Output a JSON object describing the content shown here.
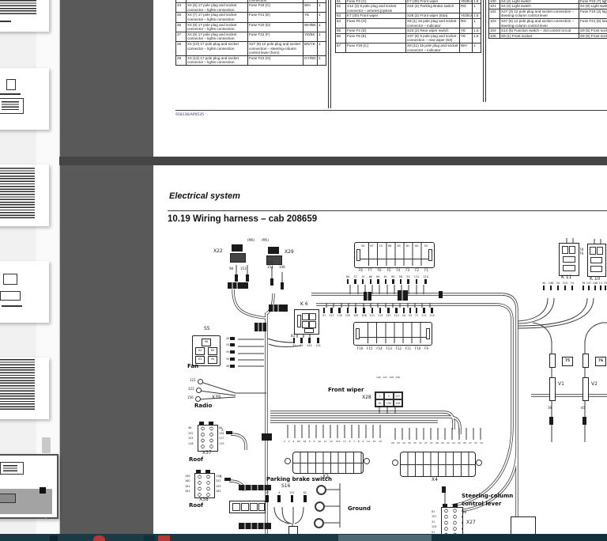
{
  "colors": {
    "viewer_bg": "#595959",
    "page_gap": "#454545",
    "sidebar_bg": "#f1f1f1",
    "taskbar": "#1c3a46",
    "taskbar_red": "#b43a32",
    "taskbar_panel": "#4d6a74"
  },
  "sidebar": {
    "down_arrow": "˅",
    "thumbnails": [
      {
        "type": "table"
      },
      {
        "type": "diagram"
      },
      {
        "type": "table"
      },
      {
        "type": "diagram"
      },
      {
        "type": "table"
      },
      {
        "type": "diagram-selected"
      }
    ]
  },
  "page1": {
    "figure_code": "918136/AP0535",
    "table_a": {
      "rows": [
        {
          "n": "",
          "from": "connector – lights connection",
          "to": "connector – engine/valve connection",
          "color": "VT",
          "qty": ""
        },
        {
          "n": "24",
          "from": "X4 (6) 17 pole plug and socket connector – lights connection",
          "to": "Fuse F19 (C)",
          "color": "WH",
          "qty": "1"
        },
        {
          "n": "25",
          "from": "X4 (7) 17 pole plug and socket connector – lights connection",
          "to": "Fuse F21 (E)",
          "color": "YE",
          "qty": "1"
        },
        {
          "n": "26",
          "from": "X4 (8) 17 pole plug and socket connector – lights connection",
          "to": "Fuse F20 (D)",
          "color": "WH/BK",
          "qty": "1"
        },
        {
          "n": "27",
          "from": "X4 (9) 17 pole plug and socket connector – lights connection",
          "to": "Fuse F22 (F)",
          "color": "YE/BK",
          "qty": "1"
        },
        {
          "n": "28",
          "from": "X4 (10) 17 pole plug and socket connector – lights connection",
          "to": "X27 (8) 12 pole plug and socket connection – steering-column control lever (horn)",
          "color": "BN/YE",
          "qty": "1"
        },
        {
          "n": "29",
          "from": "X4 (13) 17 pole plug and socket connector – lights connection",
          "to": "Fuse F23 (G)",
          "color": "GY/RD",
          "qty": "1"
        }
      ]
    },
    "table_b": {
      "rows": [
        {
          "n": "",
          "from": "",
          "to": "speed",
          "color": "YE",
          "qty": ""
        },
        {
          "n": "61",
          "from": "Fuse F3 (C)",
          "to": "K7 (30) Front wiper",
          "color": "YE/BU",
          "qty": "1.5"
        },
        {
          "n": "62",
          "from": "X12 (3) 9 pole plug and socket connector – armrest joystick",
          "to": "S16 (4) Parking Brake switch",
          "color": "RD",
          "qty": "1"
        },
        {
          "n": "63",
          "from": "K7 (30) Front wiper",
          "to": "X28 (2) Front wiper (53a)",
          "color": "YE/BU",
          "qty": "1.5"
        },
        {
          "n": "64",
          "from": "Fuse F6 (H)",
          "to": "X9 (1) 15 pole plug and socket connector – indicator",
          "color": "RD",
          "qty": "1"
        },
        {
          "n": "65",
          "from": "Fuse F4 (D)",
          "to": "S23 (2) Rear wiper switch",
          "color": "YE",
          "qty": "1.5"
        },
        {
          "n": "66",
          "from": "Fuse F5 (E)",
          "to": "X37 (8) 9 pole plug and socket connection – rear wiper (53)",
          "color": "YE",
          "qty": "1.5"
        },
        {
          "n": "67",
          "from": "Fuse F19 (C)",
          "to": "X9 (11) 15 pole plug and socket connector – indicator",
          "color": "WH",
          "qty": "1"
        }
      ]
    },
    "table_c": {
      "rows": [
        {
          "n": "",
          "from": "",
          "to": "connection – steering-column control lever"
        },
        {
          "n": "100",
          "from": "S4 (2) Light switch",
          "to": "Fuse F23 (7) lights"
        },
        {
          "n": "101",
          "from": "S4 (2) Light switch",
          "to": "S4 (8) Light switch"
        },
        {
          "n": "102",
          "from": "X27 (3) 12 pole plug and socket connection – steering-column control lever",
          "to": "Fuse F19 (3) high beam"
        },
        {
          "n": "103",
          "from": "X27 (5) 12 pole plug and socket connection – steering-column control lever",
          "to": "Fuse F21 (5) low beam"
        },
        {
          "n": "104",
          "from": "S14 (5) Function switch – 3rd control circuit",
          "to": "S9 (5) Front socket switch"
        },
        {
          "n": "105",
          "from": "S9 (1) Front socket",
          "to": "S9 (6) Front socket"
        }
      ]
    }
  },
  "page2": {
    "section_title": "Electrical system",
    "heading": "10.19 Wiring harness – cab 208659",
    "diagram": {
      "labels": {
        "x22": "X22",
        "m6": "(M6)",
        "m5": "(M5)",
        "x29": "X29",
        "k6": "K 6",
        "s5": "S5",
        "fan": "Fan",
        "x35": "X35",
        "radio": "Radio",
        "front_wiper": "Front wiper",
        "x28": "X28",
        "x37": "X37",
        "roof_a": "Roof",
        "x38": "X38",
        "roof_b": "Roof",
        "x2": "X2",
        "x4": "X4",
        "parking_brake": "Parking brake switch",
        "s16": "S16",
        "ground": "Ground",
        "steering_1": "Steering-column",
        "steering_2": "control lever",
        "x27": "X27",
        "k11": "K 11",
        "k10": "K 10",
        "v1": "V1",
        "v2": "V2",
        "v1_fuse": "75",
        "v2_fuse": "76",
        "v1_wire": "39",
        "v2_wire": "40",
        "x_splice_a": "X",
        "x_splice_b": "X",
        "x22_pin_a": "98",
        "x22_pin_b": "153",
        "x29_pin_a": "153",
        "x29_pin_b": "154",
        "x29_pin_c": "108",
        "k6_top": "83",
        "k10_side_a": "78",
        "k10_side_b": "79",
        "s5_top": "98"
      },
      "fuse_labels_top": [
        "F8",
        "F7",
        "F6",
        "F5",
        "F4",
        "F3",
        "F2",
        "F1"
      ],
      "fuse_labels_bottom": [
        "F16",
        "F15",
        "F14",
        "F13",
        "F12",
        "F11",
        "F10",
        "F9"
      ],
      "fusebox_cells": [
        "54",
        "67",
        "15",
        "66",
        "65",
        "61",
        "60",
        "53"
      ],
      "fusebox_top_wires": [
        "64",
        "37",
        "15",
        "66",
        "65",
        "61",
        "60",
        "58",
        "53",
        "111",
        "110"
      ],
      "fusebox_mid_wires": [
        "47",
        "122",
        "134",
        "153",
        "109",
        "108",
        "121",
        "113",
        "131",
        "112",
        "34",
        "42",
        "71",
        "111",
        "112"
      ],
      "k6_wires": [
        "31",
        "36",
        "145",
        "151"
      ],
      "k11_wires": [
        "40",
        "148",
        "10",
        "122",
        "74"
      ],
      "k10_wires": [
        "78",
        "147",
        "148",
        "11",
        "74"
      ],
      "s5_mid_cells": [
        "84",
        "85"
      ],
      "s5_bottom_cells": [
        "63",
        "49"
      ],
      "s5_stub_wires": [
        "49",
        "53",
        "54",
        "55",
        "56"
      ],
      "radio_wires": [
        "121",
        "122",
        "156"
      ],
      "x28_top_wires": [
        "146",
        "147",
        "148",
        "158"
      ],
      "x28_cells": [
        "1",
        "2",
        "147",
        "62",
        "158",
        "148"
      ],
      "x37_left_wires": [
        "98",
        "152",
        "153",
        "118"
      ],
      "x37_right_wires": [
        "86",
        "134",
        "117",
        "119"
      ],
      "x38_left_wires": [
        "158",
        "160",
        "161",
        "163"
      ],
      "x38_right_wires": [
        "134",
        "151",
        "159",
        "162"
      ],
      "x2_wires": [
        "2",
        "3",
        "4",
        "69",
        "18",
        "5",
        "6",
        "10",
        "11",
        "12",
        "132",
        "13",
        "6",
        "7",
        "8",
        "9",
        "14",
        "15",
        "16"
      ],
      "x4_wires": [
        "26",
        "23",
        "19",
        "32",
        "33",
        "31",
        "27",
        "21",
        "28",
        "30",
        "22",
        "24",
        "25",
        "26",
        "27",
        "33",
        "34"
      ],
      "s16_wires": [
        "37",
        "4",
        "152",
        "62"
      ],
      "x27_left_wires": [
        "81",
        "151",
        "31",
        "124",
        "51",
        "101"
      ],
      "x27_right_wires": [
        "98"
      ]
    }
  }
}
